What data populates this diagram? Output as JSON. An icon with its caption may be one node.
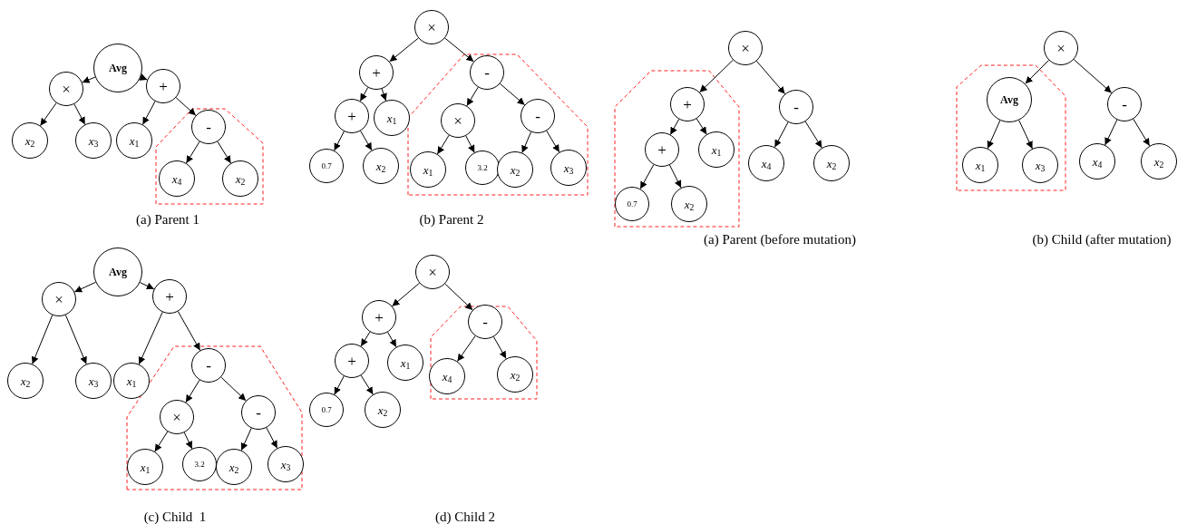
{
  "diagram": {
    "nodes": [
      {
        "text": [
          "Avg"
        ]
      },
      {
        "text": [
          "×"
        ]
      },
      {
        "text": [
          "+"
        ]
      },
      {
        "text": [
          "*x*$_{2}$"
        ]
      },
      {
        "text": [
          "*x*$_{3}$"
        ]
      },
      {
        "text": [
          "*x*$_{1}$"
        ]
      },
      {
        "text": [
          "-"
        ]
      },
      {
        "text": [
          "*x*$_{4}$"
        ]
      },
      {
        "text": [
          "*x*$_{2}$"
        ]
      },
      {
        "text": [
          "×"
        ]
      },
      {
        "text": [
          "+"
        ]
      },
      {
        "text": [
          "-"
        ]
      },
      {
        "text": [
          "+"
        ]
      },
      {
        "text": [
          "*x*$_{1}$"
        ]
      },
      {
        "text": [
          "0.7"
        ]
      },
      {
        "text": [
          "*x*$_{2}$"
        ]
      },
      {
        "text": [
          "×"
        ]
      },
      {
        "text": [
          "-"
        ]
      },
      {
        "text": [
          "*x*$_{1}$"
        ]
      },
      {
        "text": [
          "3.2"
        ]
      },
      {
        "text": [
          "*x*$_{2}$"
        ]
      },
      {
        "text": [
          "*x*$_{3}$"
        ]
      },
      {
        "text": [
          "×"
        ]
      },
      {
        "text": [
          "+"
        ]
      },
      {
        "text": [
          "-"
        ]
      },
      {
        "text": [
          "+"
        ]
      },
      {
        "text": [
          "*x*$_{1}$"
        ]
      },
      {
        "text": [
          "0.7"
        ]
      },
      {
        "text": [
          "*x*$_{2}$"
        ]
      },
      {
        "text": [
          "*x*$_{4}$"
        ]
      },
      {
        "text": [
          "*x*$_{2}$"
        ]
      },
      {
        "text": [
          "×"
        ]
      },
      {
        "text": [
          "Avg"
        ]
      },
      {
        "text": [
          "-"
        ]
      },
      {
        "text": [
          "*x*$_{1}$"
        ]
      },
      {
        "text": [
          "*x*$_{3}$"
        ]
      },
      {
        "text": [
          "*x*$_{4}$"
        ]
      },
      {
        "text": [
          "*x*$_{2}$"
        ]
      },
      {
        "text": [
          "Avg"
        ]
      },
      {
        "text": [
          "×"
        ]
      },
      {
        "text": [
          "+"
        ]
      },
      {
        "text": [
          "*x*$_{2}$"
        ]
      },
      {
        "text": [
          "*x*$_{3}$"
        ]
      },
      {
        "text": [
          "*x*$_{1}$"
        ]
      },
      {
        "text": [
          "-"
        ]
      },
      {
        "text": [
          "×"
        ]
      },
      {
        "text": [
          "-"
        ]
      },
      {
        "text": [
          "*x*$_{1}$"
        ]
      },
      {
        "text": [
          "3.2"
        ]
      },
      {
        "text": [
          "*x*$_{2}$"
        ]
      },
      {
        "text": [
          "*x*$_{3}$"
        ]
      },
      {
        "text": [
          "×"
        ]
      },
      {
        "text": [
          "+"
        ]
      },
      {
        "text": [
          "-"
        ]
      },
      {
        "text": [
          "+"
        ]
      },
      {
        "text": [
          "*x*$_{1}$"
        ]
      },
      {
        "text": [
          "0.7"
        ]
      },
      {
        "text": [
          "*x*$_{2}$"
        ]
      },
      {
        "text": [
          "*x*$_{4}$"
        ]
      },
      {
        "text": [
          "*x*$_{2}$"
        ]
      }
    ],
    "edges": [
      {
        "from": 0,
        "to": 1,
        "arrow": "to"
      },
      {
        "from": 0,
        "to": 2,
        "arrow": "to"
      },
      {
        "from": 1,
        "to": 3,
        "arrow": "to"
      },
      {
        "from": 1,
        "to": 4,
        "arrow": "to"
      },
      {
        "from": 2,
        "to": 5,
        "arrow": "to"
      },
      {
        "from": 2,
        "to": 6,
        "arrow": "to"
      },
      {
        "from": 6,
        "to": 7,
        "arrow": "to"
      },
      {
        "from": 6,
        "to": 8,
        "arrow": "to"
      },
      {
        "from": 9,
        "to": 10,
        "arrow": "to"
      },
      {
        "from": 9,
        "to": 11,
        "arrow": "to"
      },
      {
        "from": 10,
        "to": 12,
        "arrow": "to"
      },
      {
        "from": 10,
        "to": 13,
        "arrow": "to"
      },
      {
        "from": 12,
        "to": 14,
        "arrow": "to"
      },
      {
        "from": 12,
        "to": 15,
        "arrow": "to"
      },
      {
        "from": 11,
        "to": 16,
        "arrow": "to"
      },
      {
        "from": 11,
        "to": 17,
        "arrow": "to"
      },
      {
        "from": 16,
        "to": 18,
        "arrow": "to"
      },
      {
        "from": 16,
        "to": 19,
        "arrow": "to"
      },
      {
        "from": 17,
        "to": 20,
        "arrow": "to"
      },
      {
        "from": 17,
        "to": 21,
        "arrow": "to"
      },
      {
        "from": 22,
        "to": 23,
        "arrow": "to"
      },
      {
        "from": 22,
        "to": 24,
        "arrow": "to"
      },
      {
        "from": 23,
        "to": 25,
        "arrow": "to"
      },
      {
        "from": 23,
        "to": 26,
        "arrow": "to"
      },
      {
        "from": 25,
        "to": 27,
        "arrow": "to"
      },
      {
        "from": 25,
        "to": 28,
        "arrow": "to"
      },
      {
        "from": 24,
        "to": 29,
        "arrow": "to"
      },
      {
        "from": 24,
        "to": 30,
        "arrow": "to"
      },
      {
        "from": 31,
        "to": 32,
        "arrow": "to"
      },
      {
        "from": 31,
        "to": 33,
        "arrow": "to"
      },
      {
        "from": 32,
        "to": 34,
        "arrow": "to"
      },
      {
        "from": 32,
        "to": 35,
        "arrow": "to"
      },
      {
        "from": 33,
        "to": 36,
        "arrow": "to"
      },
      {
        "from": 33,
        "to": 37,
        "arrow": "to"
      },
      {
        "from": 38,
        "to": 39,
        "arrow": "to"
      },
      {
        "from": 38,
        "to": 40,
        "arrow": "to"
      },
      {
        "from": 39,
        "to": 41,
        "arrow": "to"
      },
      {
        "from": 39,
        "to": 42,
        "arrow": "to"
      },
      {
        "from": 40,
        "to": 43,
        "arrow": "to"
      },
      {
        "from": 40,
        "to": 44,
        "arrow": "to"
      },
      {
        "from": 44,
        "to": 45,
        "arrow": "to"
      },
      {
        "from": 44,
        "to": 46,
        "arrow": "to"
      },
      {
        "from": 45,
        "to": 47,
        "arrow": "to"
      },
      {
        "from": 45,
        "to": 48,
        "arrow": "to"
      },
      {
        "from": 46,
        "to": 49,
        "arrow": "to"
      },
      {
        "from": 46,
        "to": 50,
        "arrow": "to"
      },
      {
        "from": 51,
        "to": 52,
        "arrow": "to"
      },
      {
        "from": 51,
        "to": 53,
        "arrow": "to"
      },
      {
        "from": 52,
        "to": 54,
        "arrow": "to"
      },
      {
        "from": 52,
        "to": 55,
        "arrow": "to"
      },
      {
        "from": 54,
        "to": 56,
        "arrow": "to"
      },
      {
        "from": 54,
        "to": 57,
        "arrow": "to"
      },
      {
        "from": 53,
        "to": 58,
        "arrow": "to"
      },
      {
        "from": 53,
        "to": 59,
        "arrow": "to"
      }
    ],
    "labels": [
      "(a) Parent 1",
      "(b) Parent 2",
      "(a) Parent (before mutation)",
      "(b) Child (after mutation)",
      "(c) Child  1",
      "(d) Child 2"
    ]
  }
}
